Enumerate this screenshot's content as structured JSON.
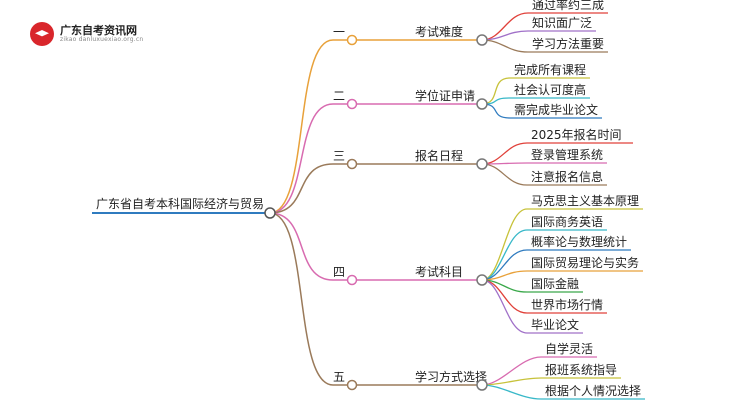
{
  "logo": {
    "title": "广东自考资讯网",
    "subtitle": "zikao danluxuexiao.org.cn",
    "icon": "graduation-cap-icon"
  },
  "root": {
    "label": "广东省自考本科国际经济与贸易",
    "color": "#2f7bbf"
  },
  "branches": [
    {
      "num": "一",
      "label": "考试难度",
      "color": "#e8a13a",
      "children": [
        {
          "label": "通过率约三成",
          "color": "#e0413a"
        },
        {
          "label": "知识面广泛",
          "color": "#a070c8"
        },
        {
          "label": "学习方法重要",
          "color": "#9a7a5a"
        }
      ]
    },
    {
      "num": "二",
      "label": "学位证申请",
      "color": "#d86bb0",
      "children": [
        {
          "label": "完成所有课程",
          "color": "#c7c23a"
        },
        {
          "label": "社会认可度高",
          "color": "#38b8c8"
        },
        {
          "label": "需完成毕业论文",
          "color": "#2f7bbf"
        }
      ]
    },
    {
      "num": "三",
      "label": "报名日程",
      "color": "#9a7a5a",
      "children": [
        {
          "label": "2025年报名时间",
          "color": "#e0413a"
        },
        {
          "label": "登录管理系统",
          "color": "#d86bb0"
        },
        {
          "label": "注意报名信息",
          "color": "#9a7a5a"
        }
      ]
    },
    {
      "num": "四",
      "label": "考试科目",
      "color": "#d86bb0",
      "children": [
        {
          "label": "马克思主义基本原理",
          "color": "#c7c23a"
        },
        {
          "label": "国际商务英语",
          "color": "#38b8c8"
        },
        {
          "label": "概率论与数理统计",
          "color": "#2f7bbf"
        },
        {
          "label": "国际贸易理论与实务",
          "color": "#e8a13a"
        },
        {
          "label": "国际金融",
          "color": "#3aa84a"
        },
        {
          "label": "世界市场行情",
          "color": "#e0413a"
        },
        {
          "label": "毕业论文",
          "color": "#a070c8"
        }
      ]
    },
    {
      "num": "五",
      "label": "学习方式选择",
      "color": "#9a7a5a",
      "children": [
        {
          "label": "自学灵活",
          "color": "#d86bb0"
        },
        {
          "label": "报班系统指导",
          "color": "#c7c23a"
        },
        {
          "label": "根据个人情况选择",
          "color": "#38b8c8"
        }
      ]
    }
  ]
}
